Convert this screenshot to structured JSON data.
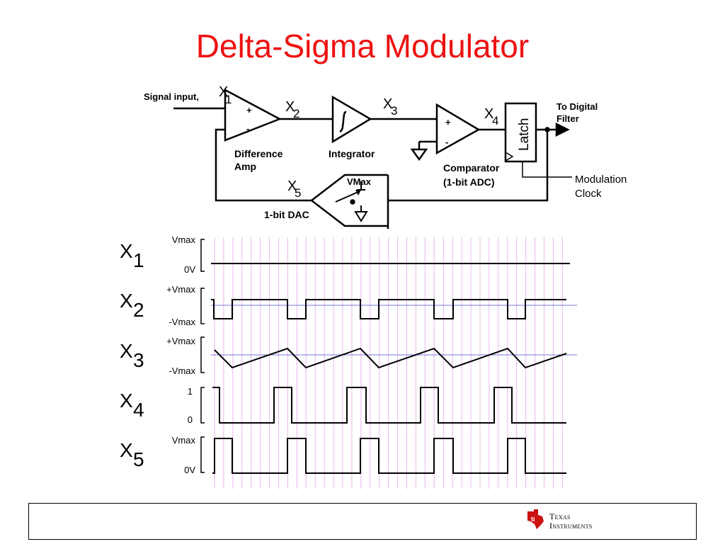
{
  "title": "Delta-Sigma Modulator",
  "colors": {
    "title": "#ee1111",
    "grid": "#e8b8ea",
    "midline": "#7777dd",
    "ti_red": "#cc1111"
  },
  "diagram": {
    "signal_input": "Signal input,",
    "x_labels": [
      {
        "letter": "X",
        "sub": "1"
      },
      {
        "letter": "X",
        "sub": "2"
      },
      {
        "letter": "X",
        "sub": "3"
      },
      {
        "letter": "X",
        "sub": "4"
      },
      {
        "letter": "X",
        "sub": "5"
      }
    ],
    "plus": "+",
    "minus": "-",
    "difference_amp": [
      "Difference",
      "Amp"
    ],
    "integrator": "Integrator",
    "comparator": [
      "Comparator",
      "(1-bit ADC)"
    ],
    "latch": "Latch",
    "to_digital_filter": [
      "To Digital",
      "Filter"
    ],
    "modulation_clock": [
      "Modulation",
      "Clock"
    ],
    "dac": "1-bit DAC",
    "vmax": "VMax"
  },
  "waveforms": [
    {
      "letter": "X",
      "sub": "1",
      "top_label": "Vmax",
      "bottom_label": "0V"
    },
    {
      "letter": "X",
      "sub": "2",
      "top_label": "+Vmax",
      "bottom_label": "-Vmax"
    },
    {
      "letter": "X",
      "sub": "3",
      "top_label": "+Vmax",
      "bottom_label": "-Vmax"
    },
    {
      "letter": "X",
      "sub": "4",
      "top_label": "1",
      "bottom_label": "0"
    },
    {
      "letter": "X",
      "sub": "5",
      "top_label": "Vmax",
      "bottom_label": "0V"
    }
  ],
  "footer": {
    "logo_line1": "Texas",
    "logo_line2": "Instruments"
  }
}
